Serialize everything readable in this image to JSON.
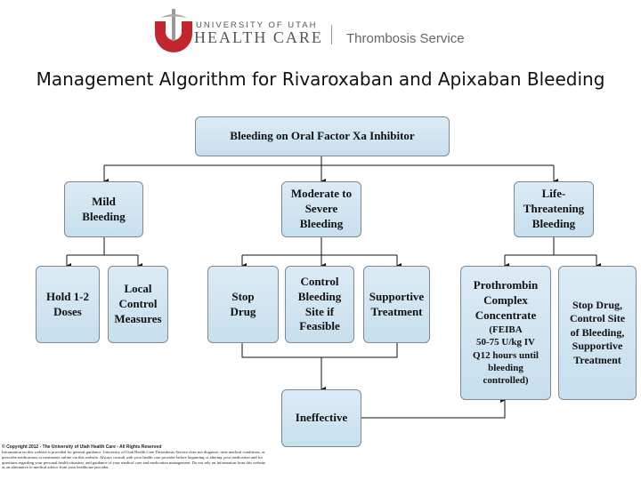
{
  "header": {
    "university": "UNIVERSITY OF UTAH",
    "health_care": "HEALTH CARE",
    "service": "Thrombosis Service"
  },
  "title": "Management Algorithm for Rivaroxaban and Apixaban Bleeding",
  "nodes": {
    "root": "Bleeding on Oral Factor Xa Inhibitor",
    "mild": "Mild\nBleeding",
    "moderate": "Moderate to\nSevere\nBleeding",
    "life": "Life-\nThreatening\nBleeding",
    "hold": "Hold 1-2\nDoses",
    "local": "Local\nControl\nMeasures",
    "stop": "Stop\nDrug",
    "control": "Control\nBleeding\nSite if\nFeasible",
    "supportive": "Supportive\nTreatment",
    "pcc_title": "Prothrombin\nComplex\nConcentrate",
    "pcc_detail": "(FEIBA\n50-75 U/kg IV\nQ12 hours until\nbleeding\ncontrolled)",
    "stopdrug": "Stop Drug,\nControl Site\nof Bleeding,\nSupportive\nTreatment",
    "ineffective": "Ineffective"
  },
  "footer": {
    "copyright": "© Copyright 2012 - The University of Utah Health Care - All Rights Reserved",
    "disclaimer": "Information on this website is provided for general guidance. University of Utah Health Care Thrombosis Service does not diagnose, treat medical conditions, or prescribe medications or treatments online via this website. Always consult with your health care provider before beginning or altering your medication and for questions regarding your personal health situation, and guidance of your medical care and medication management. Do not rely on information from this website as an alternative to medical advice from your healthcare provider."
  },
  "colors": {
    "box_fill": "#d2e5f1",
    "box_border": "#7d8a96",
    "logo_red": "#c1272d"
  }
}
